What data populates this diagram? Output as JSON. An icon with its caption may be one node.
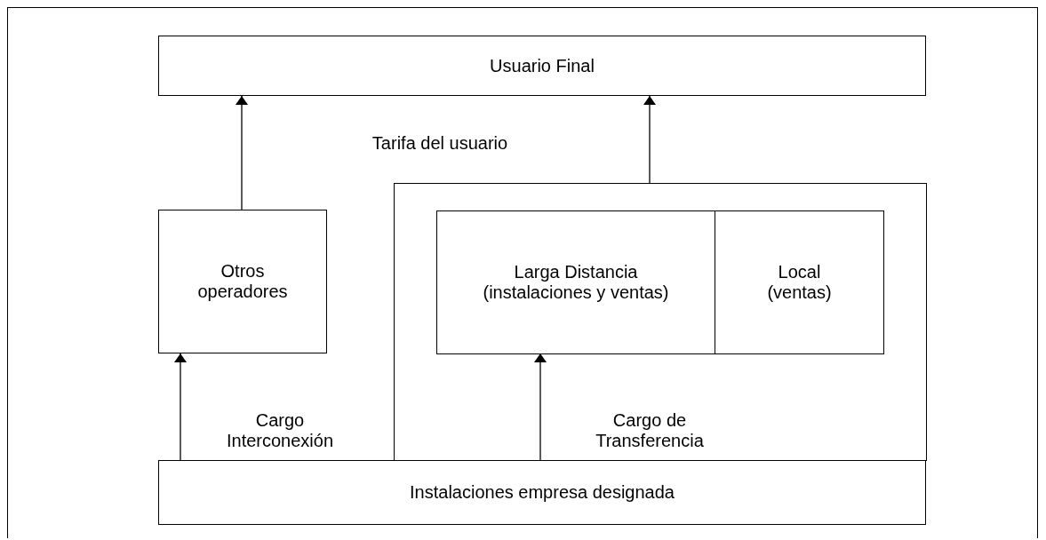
{
  "diagram": {
    "nodes": [
      {
        "text": [
          "Usuario Final"
        ]
      },
      {
        "text": [
          "Otros operadores"
        ]
      },
      {
        "text": [],
        "shape": "box"
      },
      {
        "text": [
          "Larga Distancia (instalaciones y ventas)"
        ],
        "in": 2
      },
      {
        "text": [
          "Local (ventas)"
        ],
        "in": 2
      },
      {
        "text": [
          "Instalaciones empresa designada"
        ]
      }
    ],
    "edges": [
      {
        "from": 1,
        "to": 0,
        "arrow": "to"
      },
      {
        "from": 2,
        "to": 0,
        "arrow": "to"
      },
      {
        "from": 5,
        "to": 1,
        "arrow": "to"
      },
      {
        "from": 5,
        "to": 3,
        "arrow": "to"
      }
    ],
    "labels": [
      "Tarifa del usuario",
      "Cargo Interconexión",
      "Cargo de Transferencia"
    ]
  }
}
